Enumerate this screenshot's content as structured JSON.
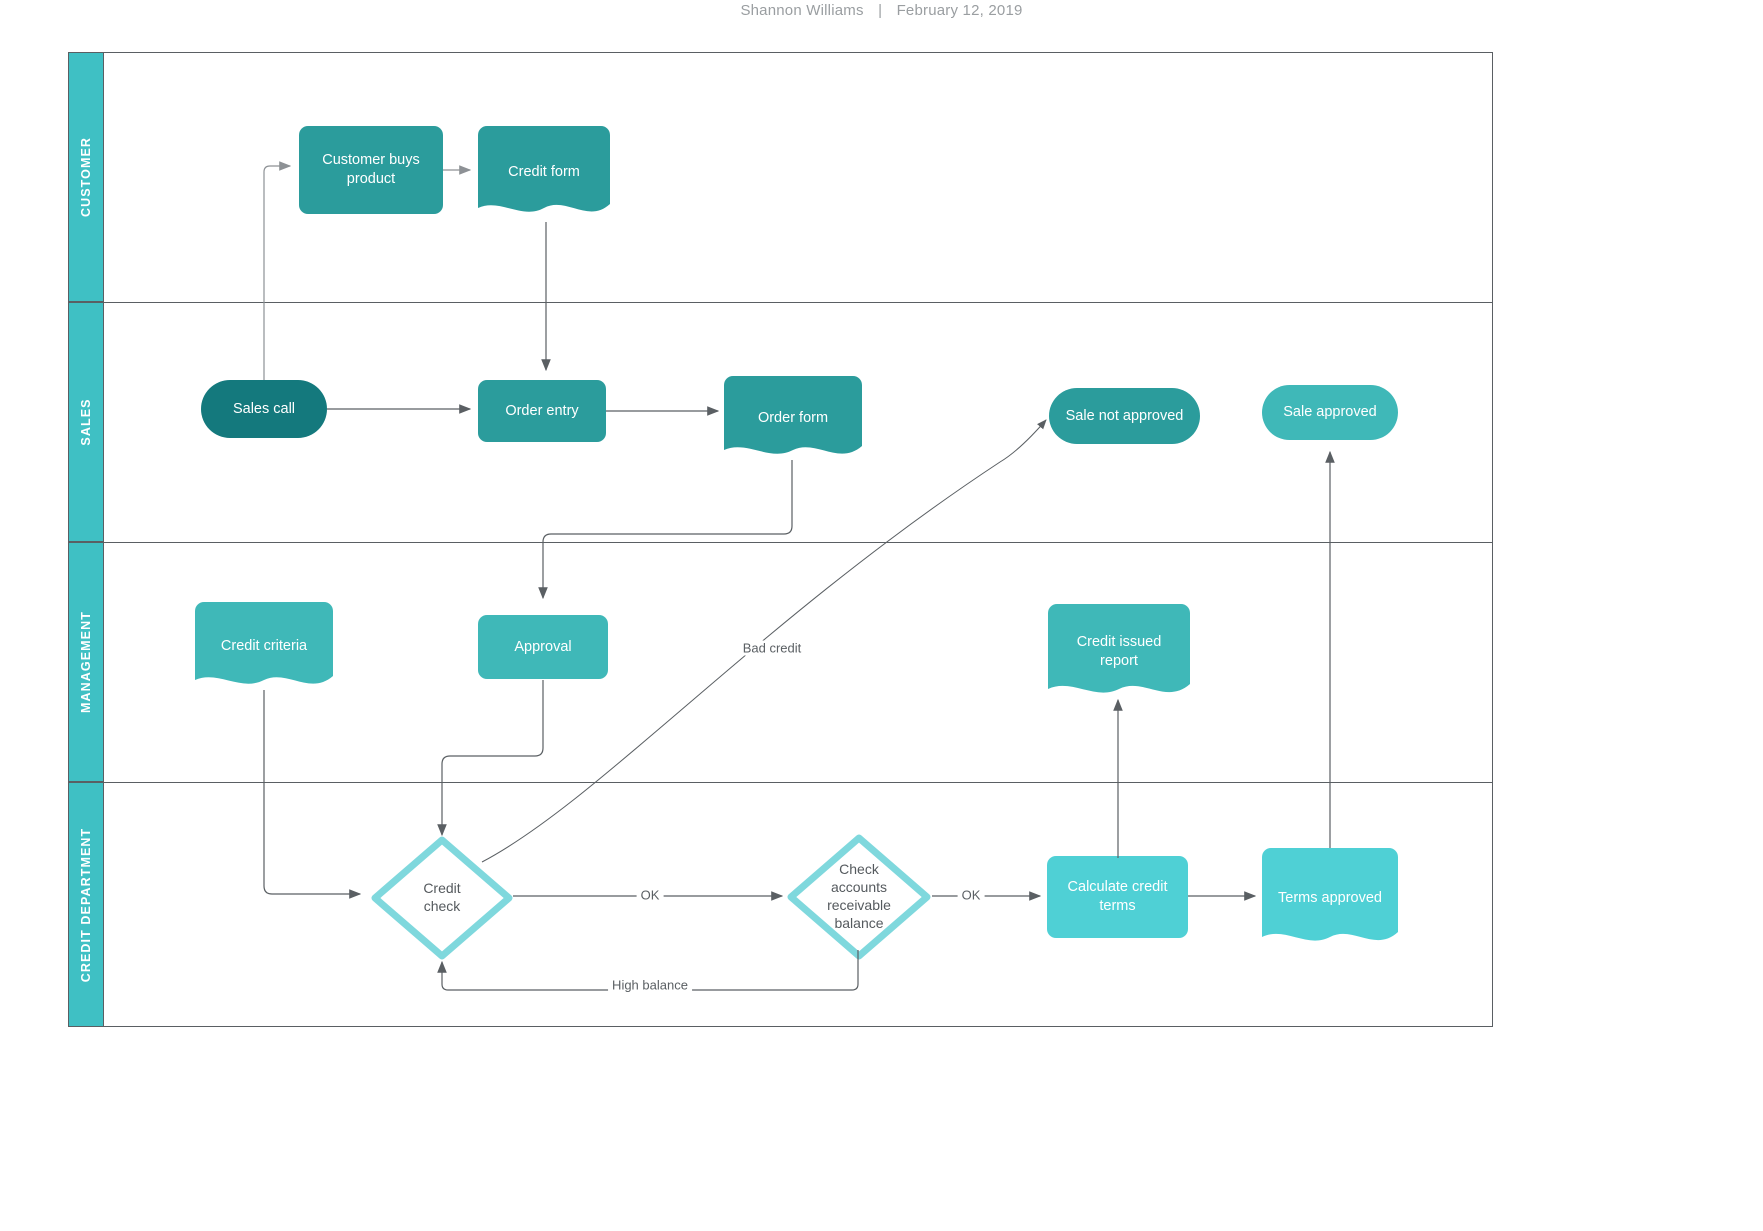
{
  "header": {
    "author": "Shannon Williams",
    "separator": "|",
    "date": "February 12, 2019"
  },
  "colors": {
    "lane_band": "#3fc0c4",
    "lane_border": "#5a5f63",
    "teal_dark": "#14797d",
    "teal": "#2b9c9c",
    "teal_mid": "#3fb8b8",
    "cyan": "#4fd0d5",
    "diamond_stroke": "#7fd8dd",
    "connector": "#5a5f63",
    "text_on_fill": "#ffffff",
    "text_dark": "#555a5e"
  },
  "lanes": [
    {
      "id": "customer",
      "label": "CUSTOMER"
    },
    {
      "id": "sales",
      "label": "SALES"
    },
    {
      "id": "management",
      "label": "MANAGEMENT"
    },
    {
      "id": "credit",
      "label": "CREDIT DEPARTMENT"
    }
  ],
  "nodes": {
    "customer_buys_product": {
      "label": "Customer buys\nproduct",
      "shape": "process",
      "lane": "customer"
    },
    "credit_form": {
      "label": "Credit form",
      "shape": "document",
      "lane": "customer"
    },
    "sales_call": {
      "label": "Sales call",
      "shape": "terminator",
      "lane": "sales"
    },
    "order_entry": {
      "label": "Order entry",
      "shape": "process",
      "lane": "sales"
    },
    "order_form": {
      "label": "Order form",
      "shape": "document",
      "lane": "sales"
    },
    "sale_not_approved": {
      "label": "Sale not approved",
      "shape": "terminator",
      "lane": "sales"
    },
    "sale_approved": {
      "label": "Sale approved",
      "shape": "terminator",
      "lane": "sales"
    },
    "credit_criteria": {
      "label": "Credit criteria",
      "shape": "document",
      "lane": "management"
    },
    "approval": {
      "label": "Approval",
      "shape": "process",
      "lane": "management"
    },
    "credit_issued_report": {
      "label": "Credit issued\nreport",
      "shape": "document",
      "lane": "management"
    },
    "credit_check": {
      "label": "Credit\ncheck",
      "shape": "decision",
      "lane": "credit"
    },
    "check_ar_balance": {
      "label": "Check\naccounts\nreceivable\nbalance",
      "shape": "decision",
      "lane": "credit"
    },
    "calculate_credit_terms": {
      "label": "Calculate credit\nterms",
      "shape": "process",
      "lane": "credit"
    },
    "terms_approved": {
      "label": "Terms approved",
      "shape": "document",
      "lane": "credit"
    }
  },
  "edge_labels": {
    "bad_credit": "Bad credit",
    "ok_1": "OK",
    "ok_2": "OK",
    "high_balance": "High balance"
  }
}
